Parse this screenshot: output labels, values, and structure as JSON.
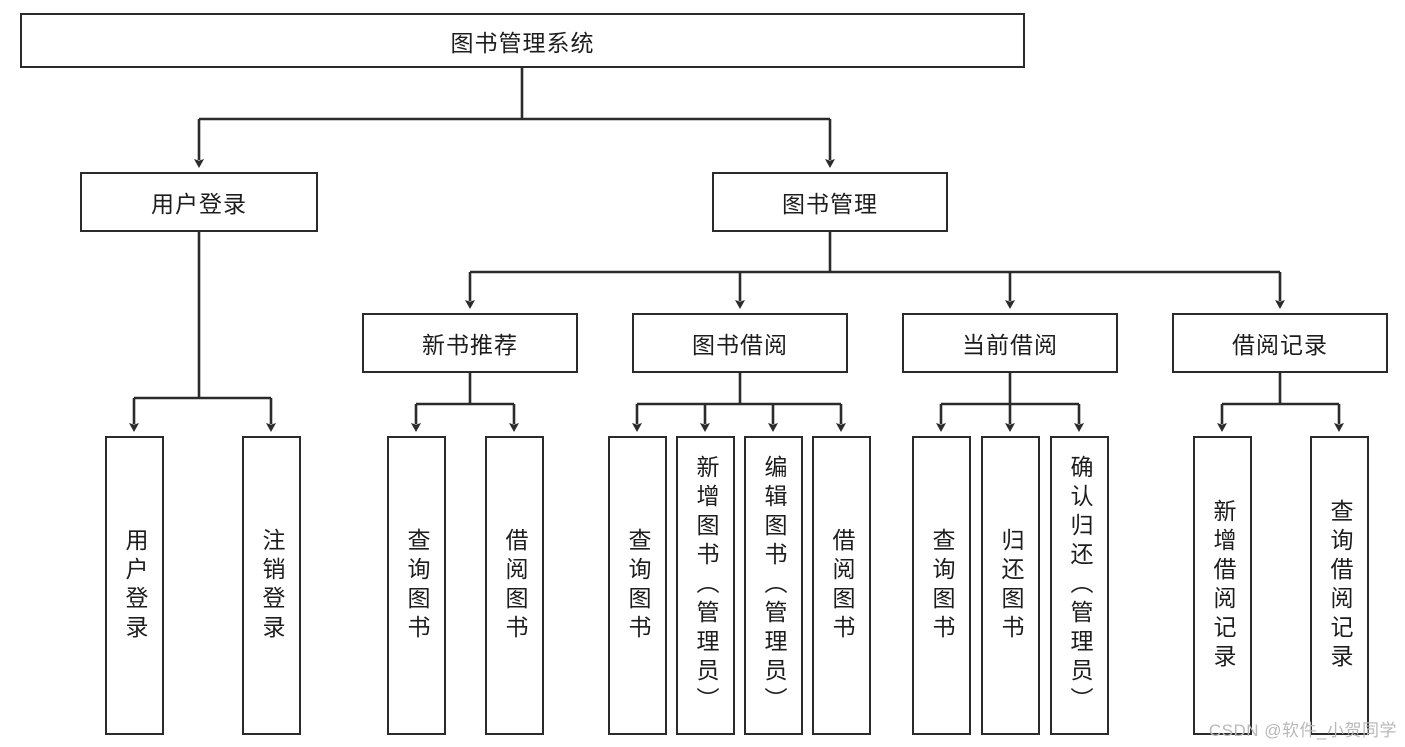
{
  "diagram": {
    "type": "tree-hierarchy-chart",
    "title": "图书管理系统",
    "colors": {
      "box_border": "#2b2b2b",
      "box_fill": "#ffffff",
      "connector": "#2b2b2b",
      "text": "#1d1d1d",
      "watermark": "#b9b9b9",
      "background": "#ffffff"
    },
    "root": {
      "label": "图书管理系统"
    },
    "level2": [
      {
        "label": "用户登录"
      },
      {
        "label": "图书管理"
      }
    ],
    "level3": [
      {
        "label": "新书推荐"
      },
      {
        "label": "图书借阅"
      },
      {
        "label": "当前借阅"
      },
      {
        "label": "借阅记录"
      }
    ],
    "leaves": {
      "user_login": [
        {
          "label": "用户登录"
        },
        {
          "label": "注销登录"
        }
      ],
      "new_book_recommend": [
        {
          "label": "查询图书"
        },
        {
          "label": "借阅图书"
        }
      ],
      "book_borrow": [
        {
          "label": "查询图书"
        },
        {
          "label": "新增图书（管理员）"
        },
        {
          "label": "编辑图书（管理员）"
        },
        {
          "label": "借阅图书"
        }
      ],
      "current_borrow": [
        {
          "label": "查询图书"
        },
        {
          "label": "归还图书"
        },
        {
          "label": "确认归还（管理员）"
        }
      ],
      "borrow_record": [
        {
          "label": "新增借阅记录"
        },
        {
          "label": "查询借阅记录"
        }
      ]
    }
  },
  "watermark": {
    "text": "CSDN @软件_小贺同学"
  }
}
